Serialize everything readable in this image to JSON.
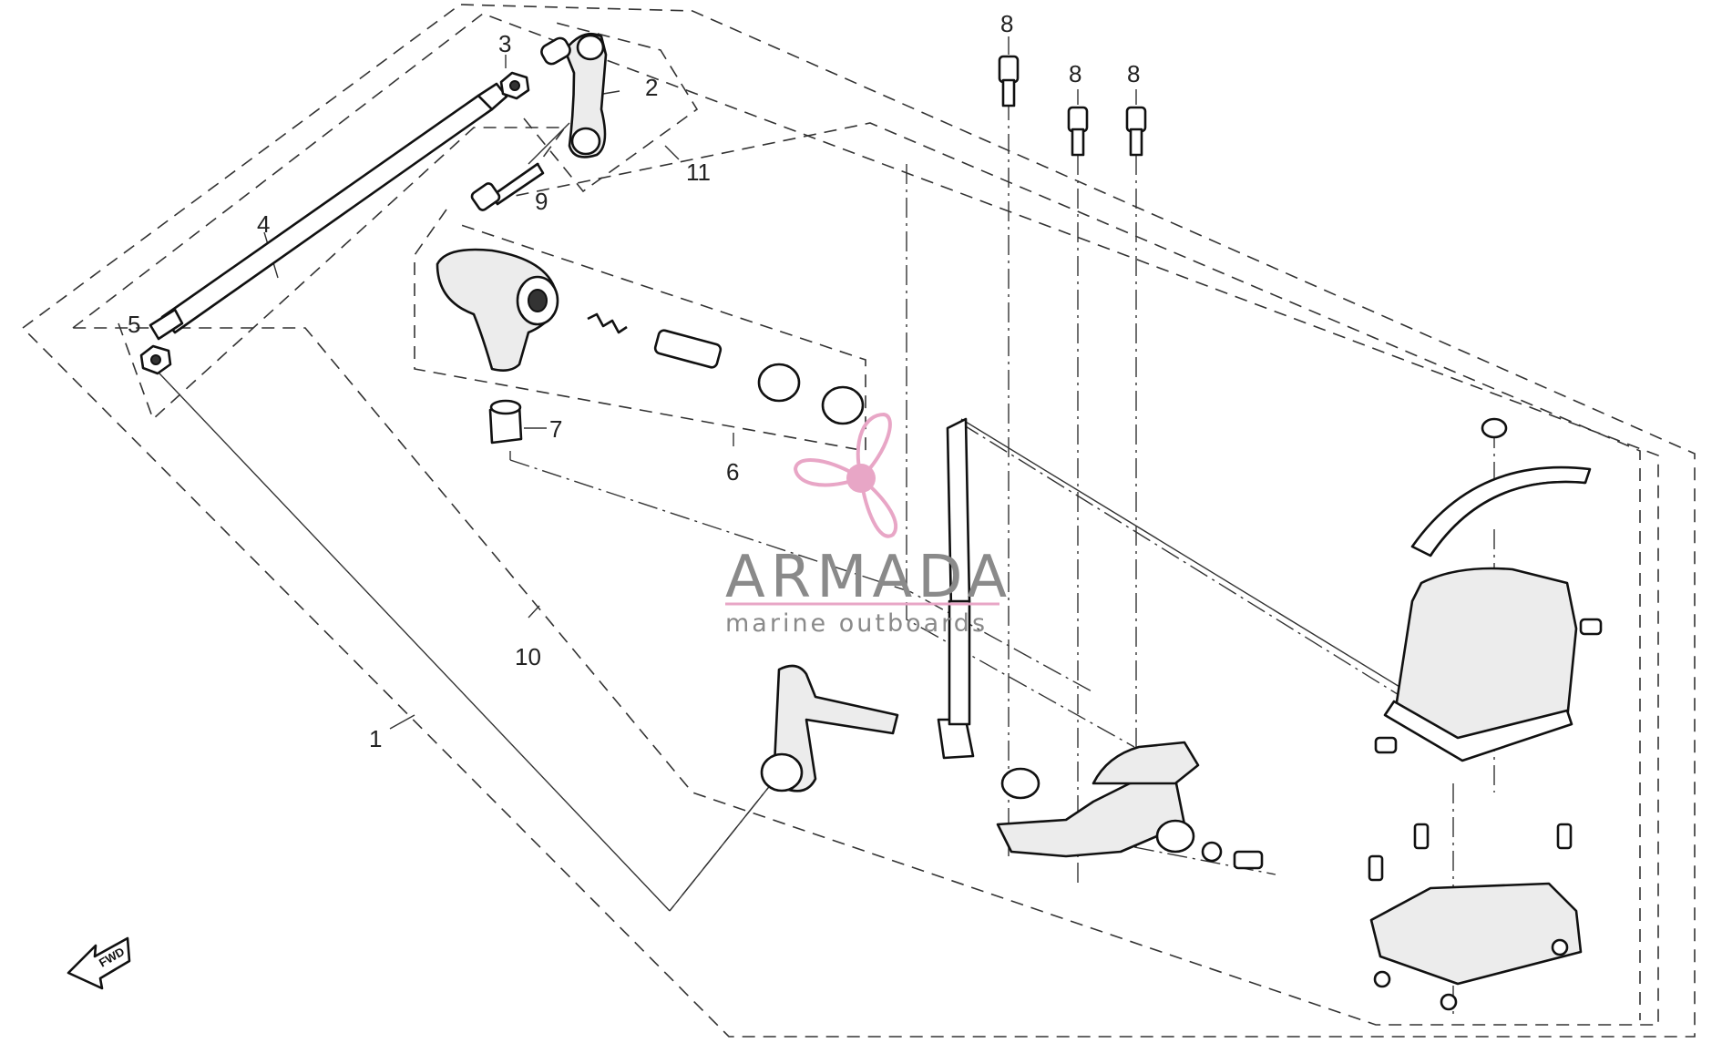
{
  "watermark": {
    "brand": "ARMADA",
    "tagline": "marine outboards",
    "color": "#e8a6c6"
  },
  "callouts": [
    "1",
    "2",
    "3",
    "4",
    "5",
    "6",
    "7",
    "8",
    "8",
    "8",
    "9",
    "10",
    "11"
  ],
  "arrow_mark": "FWD"
}
